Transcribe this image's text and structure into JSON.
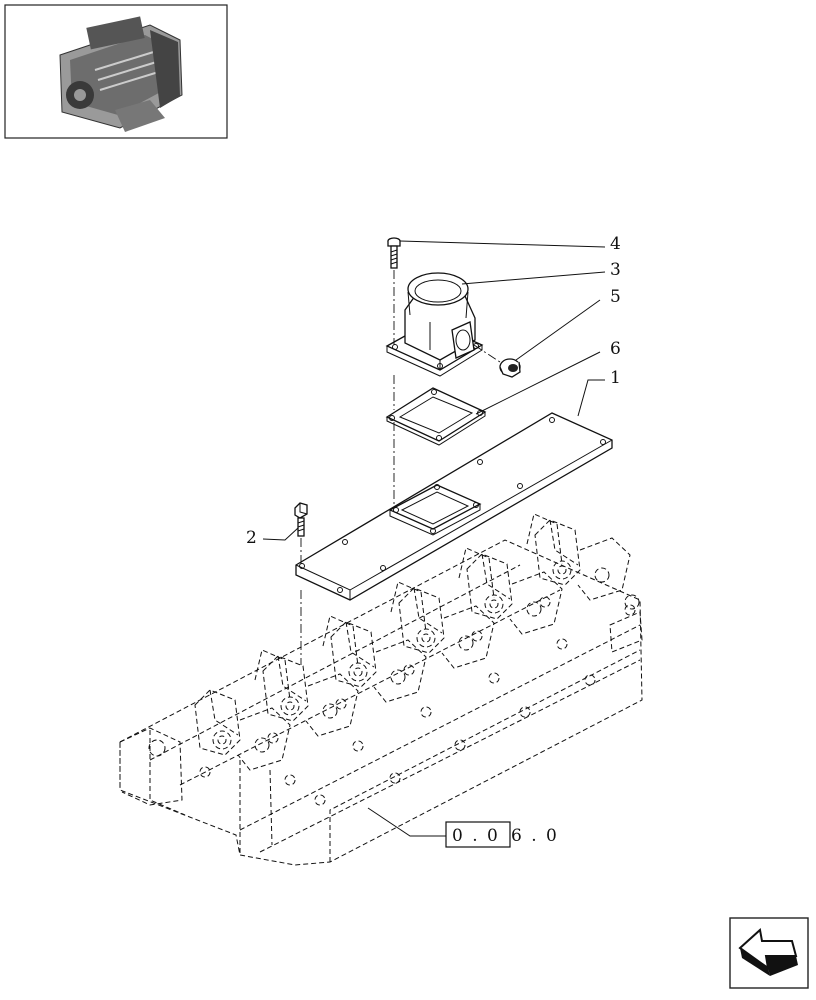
{
  "callouts": [
    {
      "id": "1",
      "label": "1"
    },
    {
      "id": "2",
      "label": "2"
    },
    {
      "id": "3",
      "label": "3"
    },
    {
      "id": "4",
      "label": "4"
    },
    {
      "id": "5",
      "label": "5"
    },
    {
      "id": "6",
      "label": "6"
    }
  ],
  "reference": {
    "boxed": "0 . 0",
    "rest": "6 . 0"
  },
  "icons": {
    "thumbnail": "engine-thumbnail-icon",
    "next_page": "next-page-arrow-icon"
  }
}
